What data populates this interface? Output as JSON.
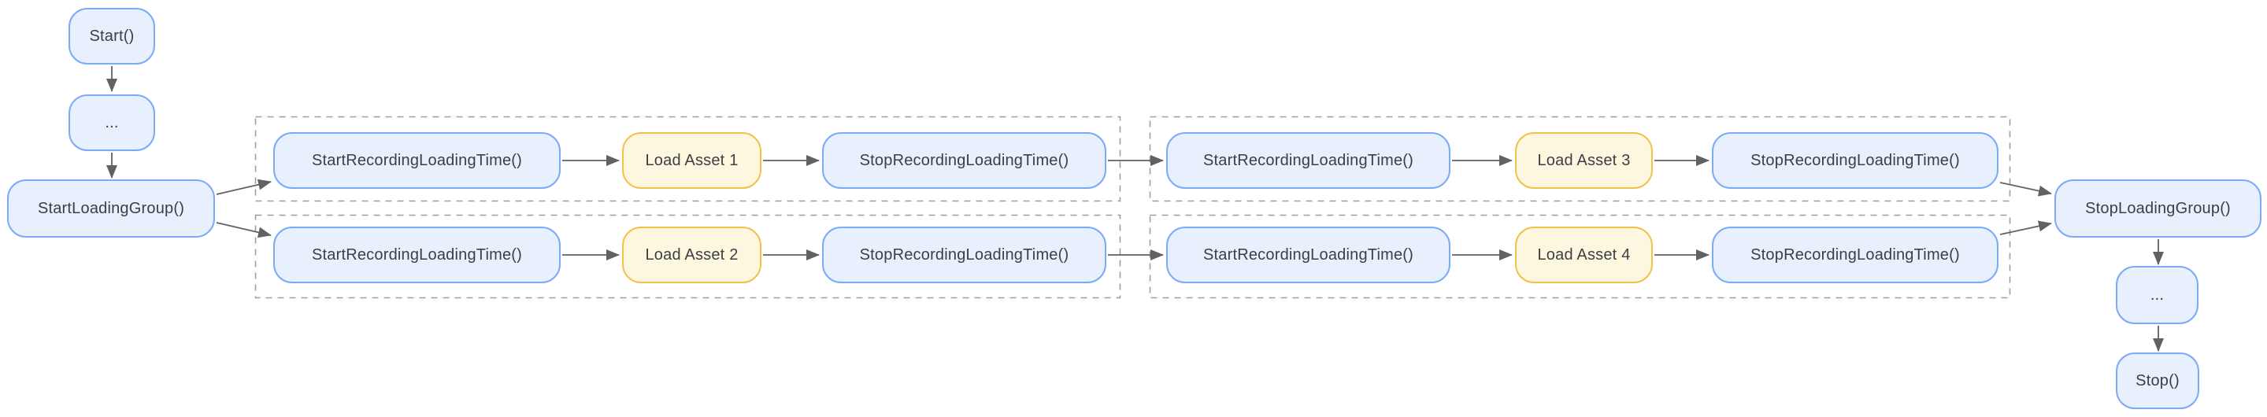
{
  "diagram": {
    "background": "#ffffff",
    "nodes": {
      "start": {
        "label": "Start()",
        "type": "process"
      },
      "ellipsis_before": {
        "label": "...",
        "type": "process"
      },
      "start_loading_group": {
        "label": "StartLoadingGroup()",
        "type": "process"
      },
      "start_recording_1": {
        "label": "StartRecordingLoadingTime()",
        "type": "process"
      },
      "load_asset_1": {
        "label": "Load Asset 1",
        "type": "asset"
      },
      "stop_recording_1": {
        "label": "StopRecordingLoadingTime()",
        "type": "process"
      },
      "start_recording_2": {
        "label": "StartRecordingLoadingTime()",
        "type": "process"
      },
      "load_asset_2": {
        "label": "Load Asset 2",
        "type": "asset"
      },
      "stop_recording_2": {
        "label": "StopRecordingLoadingTime()",
        "type": "process"
      },
      "start_recording_3": {
        "label": "StartRecordingLoadingTime()",
        "type": "process"
      },
      "load_asset_3": {
        "label": "Load Asset 3",
        "type": "asset"
      },
      "stop_recording_3": {
        "label": "StopRecordingLoadingTime()",
        "type": "process"
      },
      "start_recording_4": {
        "label": "StartRecordingLoadingTime()",
        "type": "process"
      },
      "load_asset_4": {
        "label": "Load Asset 4",
        "type": "asset"
      },
      "stop_recording_4": {
        "label": "StopRecordingLoadingTime()",
        "type": "process"
      },
      "stop_loading_group": {
        "label": "StopLoadingGroup()",
        "type": "process"
      },
      "ellipsis_after": {
        "label": "...",
        "type": "process"
      },
      "stop": {
        "label": "Stop()",
        "type": "process"
      }
    },
    "edges": [
      {
        "from": "start",
        "to": "ellipsis_before"
      },
      {
        "from": "ellipsis_before",
        "to": "start_loading_group"
      },
      {
        "from": "start_loading_group",
        "to": "start_recording_1"
      },
      {
        "from": "start_loading_group",
        "to": "start_recording_2"
      },
      {
        "from": "start_recording_1",
        "to": "load_asset_1"
      },
      {
        "from": "load_asset_1",
        "to": "stop_recording_1"
      },
      {
        "from": "start_recording_2",
        "to": "load_asset_2"
      },
      {
        "from": "load_asset_2",
        "to": "stop_recording_2"
      },
      {
        "from": "stop_recording_1",
        "to": "start_recording_3"
      },
      {
        "from": "stop_recording_2",
        "to": "start_recording_4"
      },
      {
        "from": "start_recording_3",
        "to": "load_asset_3"
      },
      {
        "from": "load_asset_3",
        "to": "stop_recording_3"
      },
      {
        "from": "start_recording_4",
        "to": "load_asset_4"
      },
      {
        "from": "load_asset_4",
        "to": "stop_recording_4"
      },
      {
        "from": "stop_recording_3",
        "to": "stop_loading_group"
      },
      {
        "from": "stop_recording_4",
        "to": "stop_loading_group"
      },
      {
        "from": "stop_loading_group",
        "to": "ellipsis_after"
      },
      {
        "from": "ellipsis_after",
        "to": "stop"
      }
    ],
    "groups": [
      {
        "name": "dashed-group-row-1",
        "contains": [
          "start_recording_1",
          "load_asset_1",
          "stop_recording_1"
        ]
      },
      {
        "name": "dashed-group-row-2",
        "contains": [
          "start_recording_2",
          "load_asset_2",
          "stop_recording_2"
        ]
      },
      {
        "name": "dashed-group-row-3",
        "contains": [
          "start_recording_3",
          "load_asset_3",
          "stop_recording_3"
        ]
      },
      {
        "name": "dashed-group-row-4",
        "contains": [
          "start_recording_4",
          "load_asset_4",
          "stop_recording_4"
        ]
      }
    ]
  },
  "colors": {
    "process_fill": "#E8F0FE",
    "process_border": "#7BAAF7",
    "asset_fill": "#FEF7E0",
    "asset_border": "#F0C24B",
    "arrow": "#616161",
    "group_dash": "#9E9E9E",
    "label_text": "#3C4043"
  }
}
